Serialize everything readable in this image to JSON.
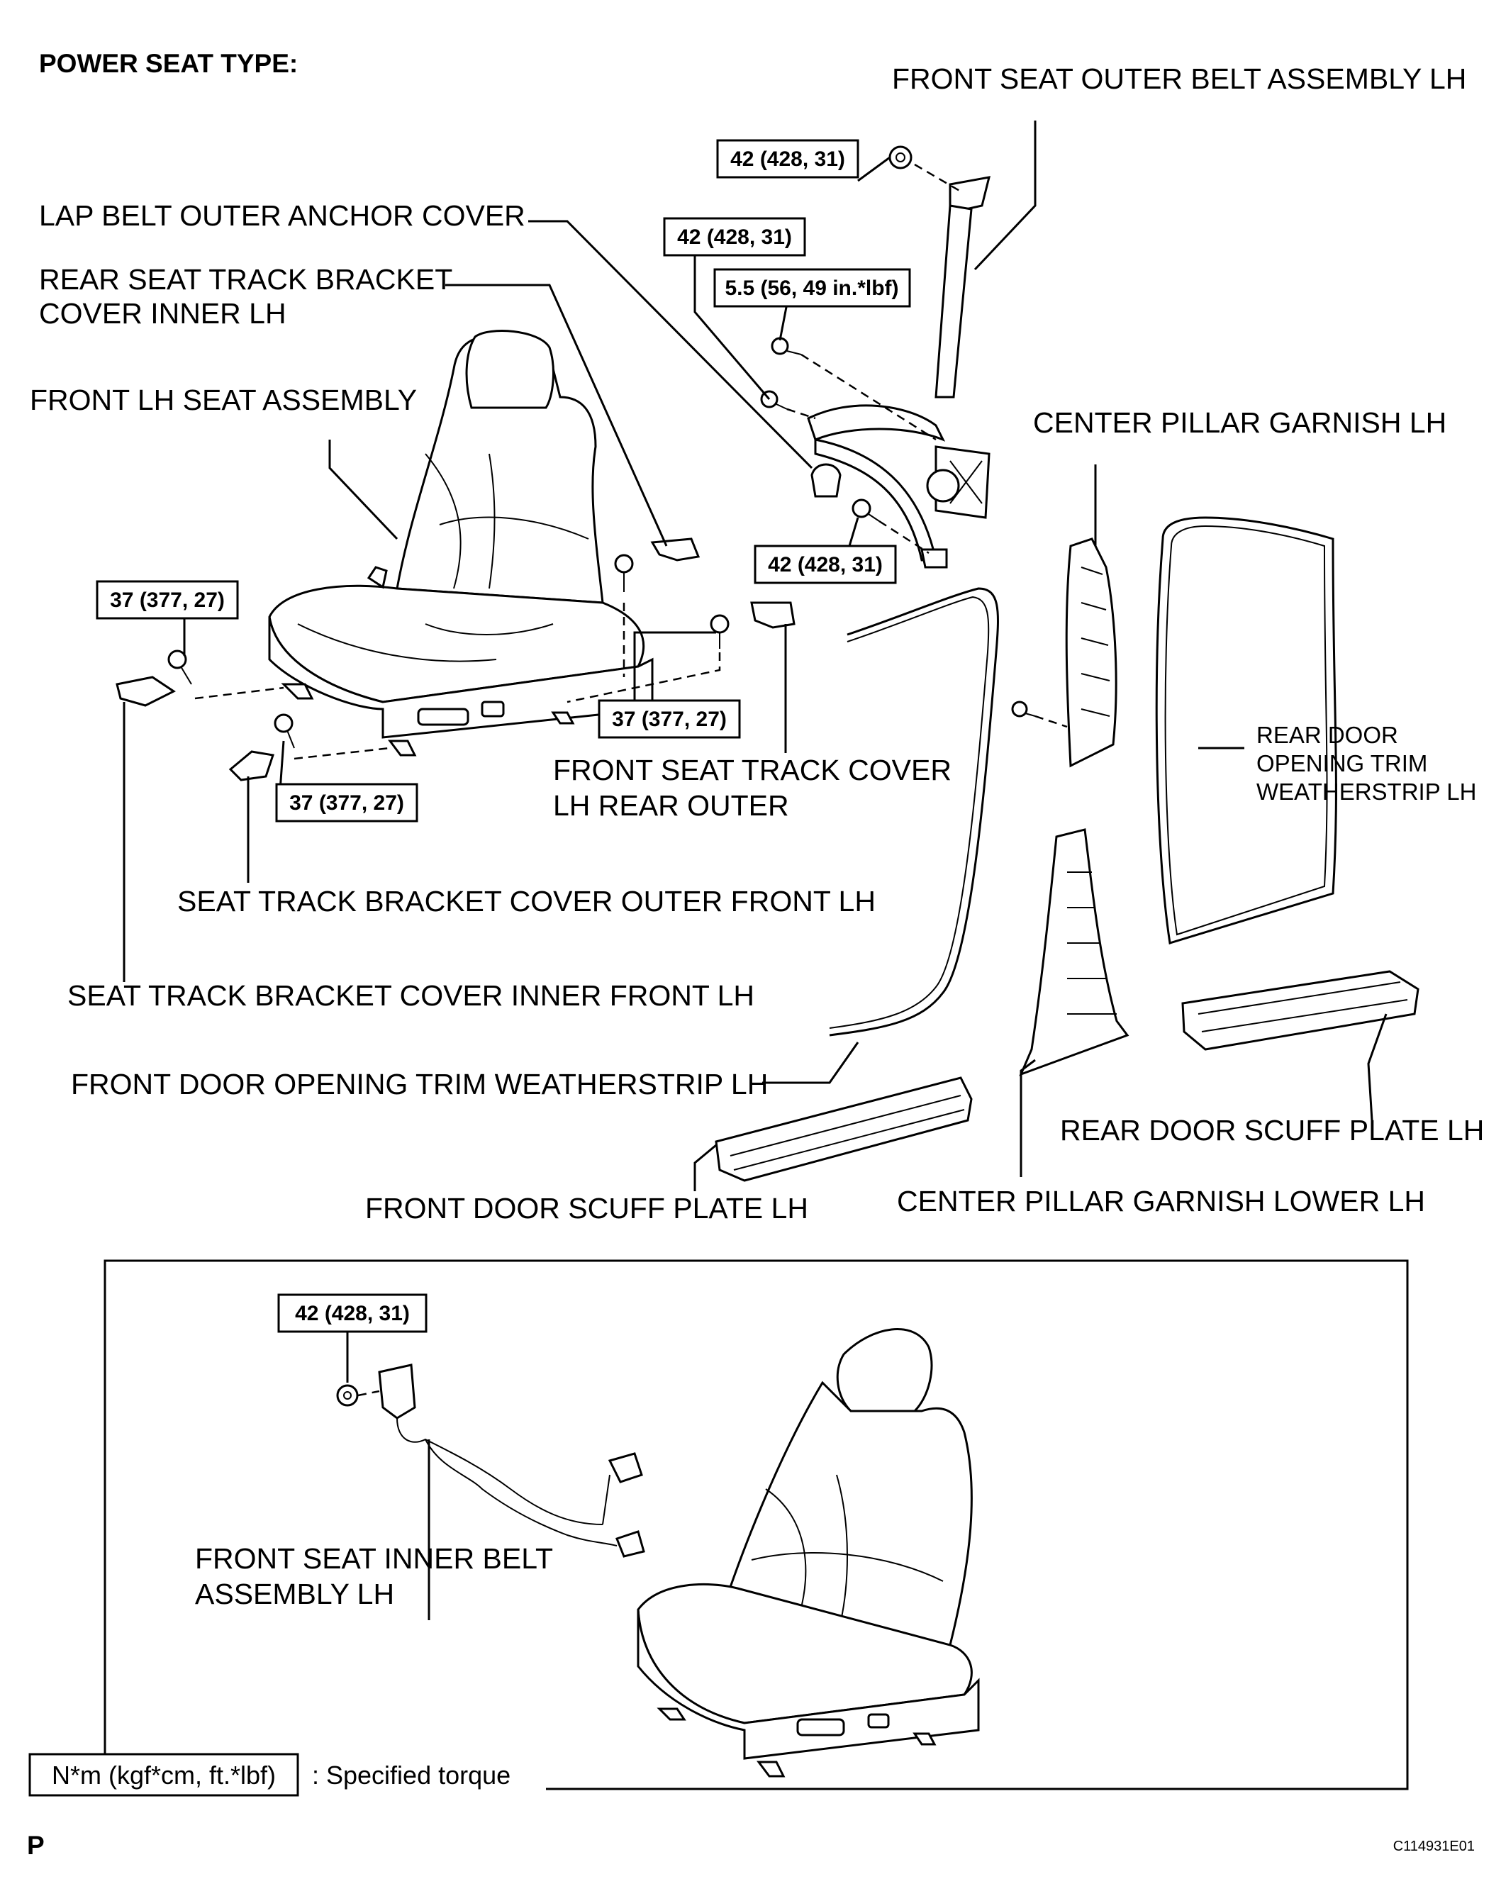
{
  "header": {
    "title": "POWER SEAT TYPE:"
  },
  "labels": {
    "front_seat_outer_belt": "FRONT SEAT OUTER BELT ASSEMBLY LH",
    "lap_belt_outer_anchor_cover": "LAP BELT OUTER ANCHOR COVER",
    "rear_seat_track_bracket_line1": "REAR SEAT TRACK BRACKET",
    "rear_seat_track_bracket_line2": "COVER INNER LH",
    "front_lh_seat_assembly": "FRONT LH SEAT ASSEMBLY",
    "center_pillar_garnish": "CENTER PILLAR GARNISH LH",
    "rear_door_weatherstrip_line1": "REAR DOOR",
    "rear_door_weatherstrip_line2": "OPENING TRIM",
    "rear_door_weatherstrip_line3": "WEATHERSTRIP LH",
    "front_seat_track_cover_line1": "FRONT SEAT TRACK COVER",
    "front_seat_track_cover_line2": "LH REAR OUTER",
    "seat_track_outer_front": "SEAT TRACK BRACKET COVER OUTER FRONT LH",
    "seat_track_inner_front": "SEAT TRACK BRACKET COVER INNER FRONT LH",
    "front_door_weatherstrip": "FRONT DOOR OPENING TRIM WEATHERSTRIP LH",
    "rear_door_scuff_plate": "REAR DOOR SCUFF PLATE LH",
    "front_door_scuff_plate": "FRONT DOOR SCUFF PLATE LH",
    "center_pillar_garnish_lower": "CENTER PILLAR GARNISH LOWER LH",
    "front_seat_inner_belt_line1": "FRONT SEAT INNER BELT",
    "front_seat_inner_belt_line2": "ASSEMBLY LH"
  },
  "torque_specs": {
    "belt_anchor_top": "42 (428, 31)",
    "belt_lower_left": "42 (428, 31)",
    "belt_small_bolt": "5.5 (56, 49 in.*lbf)",
    "belt_retractor": "42 (428, 31)",
    "seat_front_left": "37 (377, 27)",
    "seat_rear_right": "37 (377, 27)",
    "seat_front_lower": "37 (377, 27)",
    "inner_belt": "42 (428, 31)"
  },
  "legend": {
    "unit_box": "N*m (kgf*cm, ft.*lbf)",
    "description": ": Specified torque"
  },
  "footer": {
    "page_letter": "P",
    "figure_code": "C114931E01"
  },
  "icons": {
    "bolt": "bolt-icon",
    "nut": "nut-icon",
    "seat": "seat-illustration"
  }
}
